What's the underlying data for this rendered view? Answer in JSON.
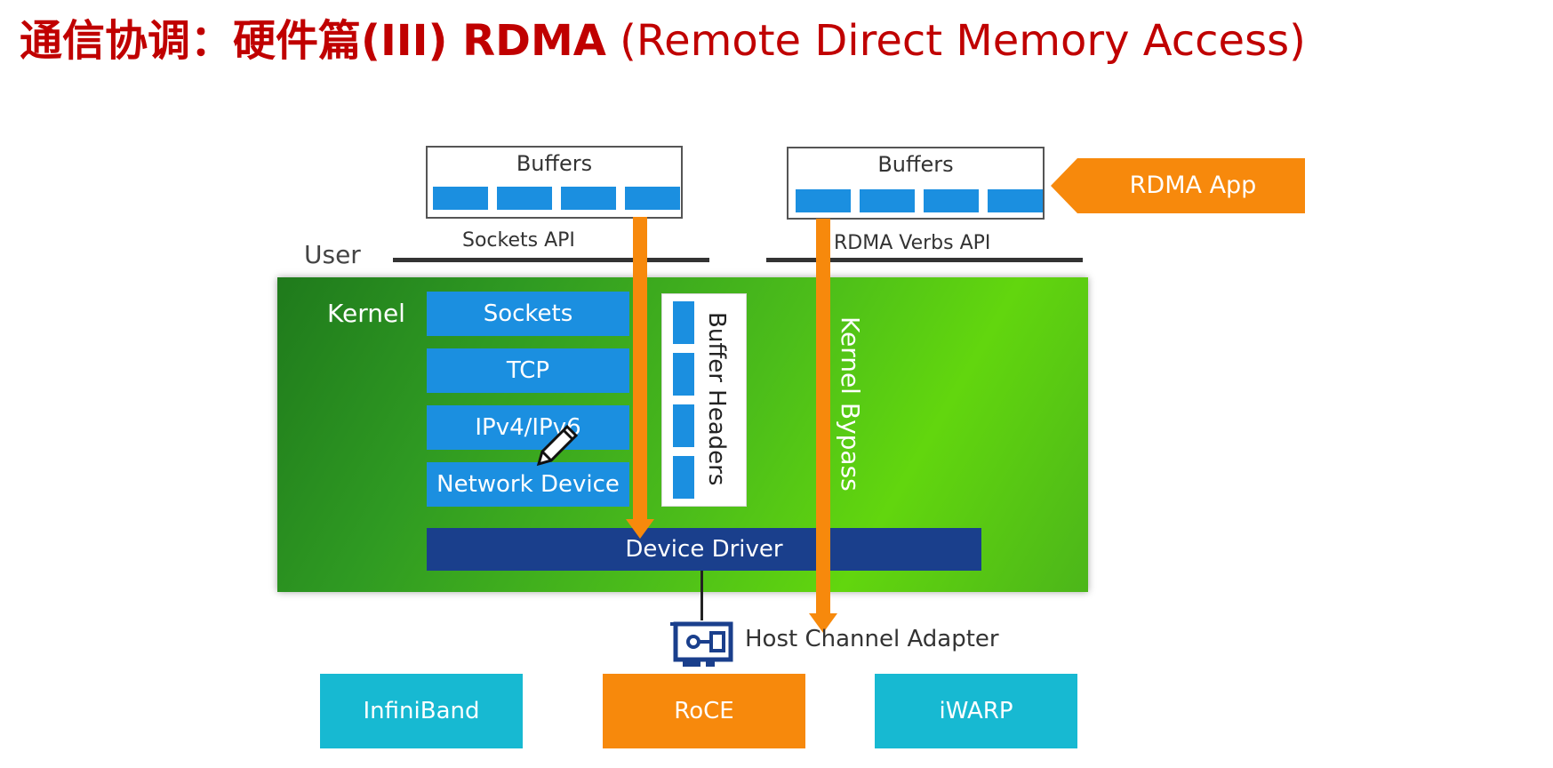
{
  "title": {
    "bold_part": "通信协调：硬件篇(III) RDMA",
    "normal_part": " (Remote Direct Memory Access)"
  },
  "left_buffers": {
    "label": "Buffers"
  },
  "right_buffers": {
    "label": "Buffers"
  },
  "rdma_app": {
    "label": "RDMA App"
  },
  "apis": {
    "sockets": "Sockets API",
    "rdma_verbs": "RDMA Verbs API"
  },
  "layers": {
    "user": "User",
    "kernel": "Kernel"
  },
  "stack": [
    "Sockets",
    "TCP",
    "IPv4/IPv6",
    "Network Device"
  ],
  "buffer_headers": "Buffer Headers",
  "kernel_bypass": "Kernel Bypass",
  "device_driver": "Device Driver",
  "hca": {
    "label": "Host Channel Adapter"
  },
  "networks": [
    {
      "label": "InfiniBand",
      "color": "#17b9d2"
    },
    {
      "label": "RoCE",
      "color": "#f7890c"
    },
    {
      "label": "iWARP",
      "color": "#17b9d2"
    }
  ],
  "colors": {
    "title": "#c00000",
    "accent_blue": "#1b8fe0",
    "driver_blue": "#1a3f8c",
    "arrow_orange": "#f7890c",
    "kernel_green": "#4cbd1a"
  }
}
